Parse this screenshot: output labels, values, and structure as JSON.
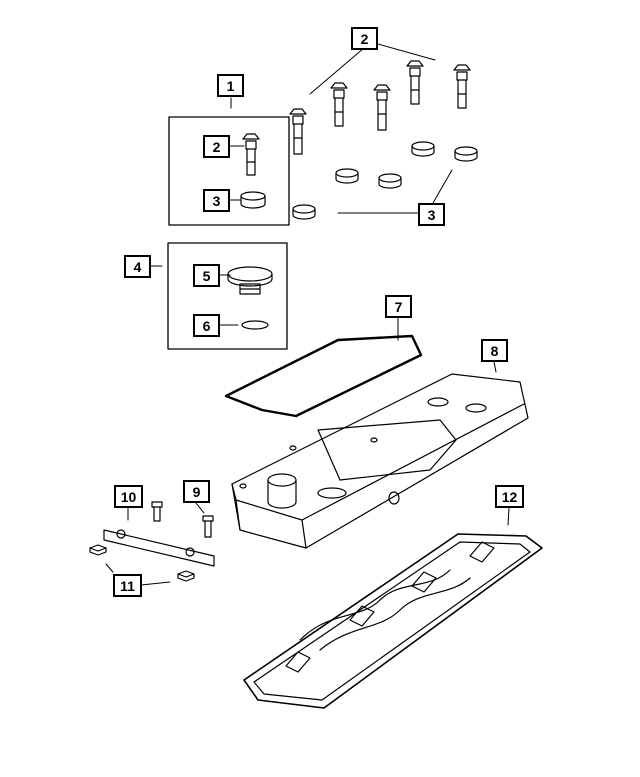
{
  "diagram": {
    "callouts": [
      {
        "id": "c1",
        "label": "1"
      },
      {
        "id": "c2a",
        "label": "2"
      },
      {
        "id": "c2b",
        "label": "2"
      },
      {
        "id": "c3a",
        "label": "3"
      },
      {
        "id": "c3b",
        "label": "3"
      },
      {
        "id": "c4",
        "label": "4"
      },
      {
        "id": "c5",
        "label": "5"
      },
      {
        "id": "c6",
        "label": "6"
      },
      {
        "id": "c7",
        "label": "7"
      },
      {
        "id": "c8",
        "label": "8"
      },
      {
        "id": "c9",
        "label": "9"
      },
      {
        "id": "c10",
        "label": "10"
      },
      {
        "id": "c11",
        "label": "11"
      },
      {
        "id": "c12",
        "label": "12"
      }
    ]
  }
}
